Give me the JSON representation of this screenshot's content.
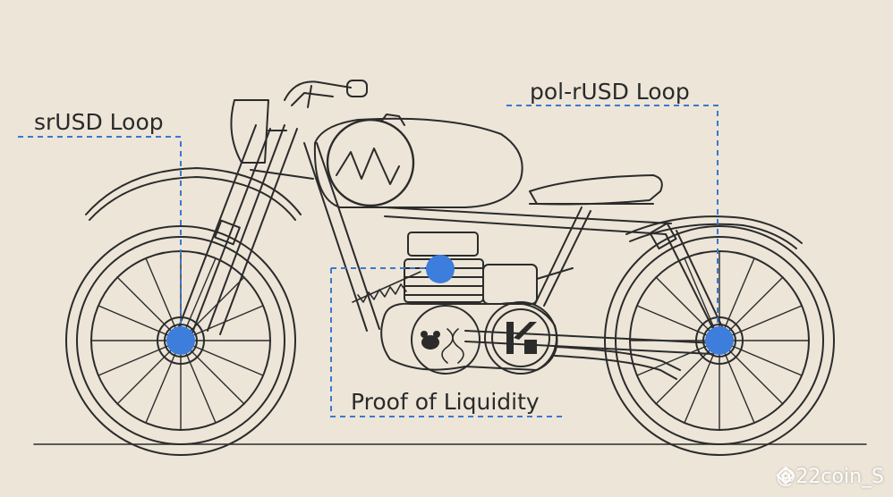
{
  "callouts": {
    "srusd_loop": "srUSD Loop",
    "pol_rusd_loop": "pol-rUSD Loop",
    "proof_of_liquidity": "Proof of Liquidity"
  },
  "watermark": {
    "handle": "@22coin_S",
    "icon": "diamond-logo-icon"
  },
  "colors": {
    "background": "#ece5d8",
    "ink": "#2b2b2b",
    "callout_line": "#3b78d0",
    "callout_dot": "#3d7ddb"
  }
}
